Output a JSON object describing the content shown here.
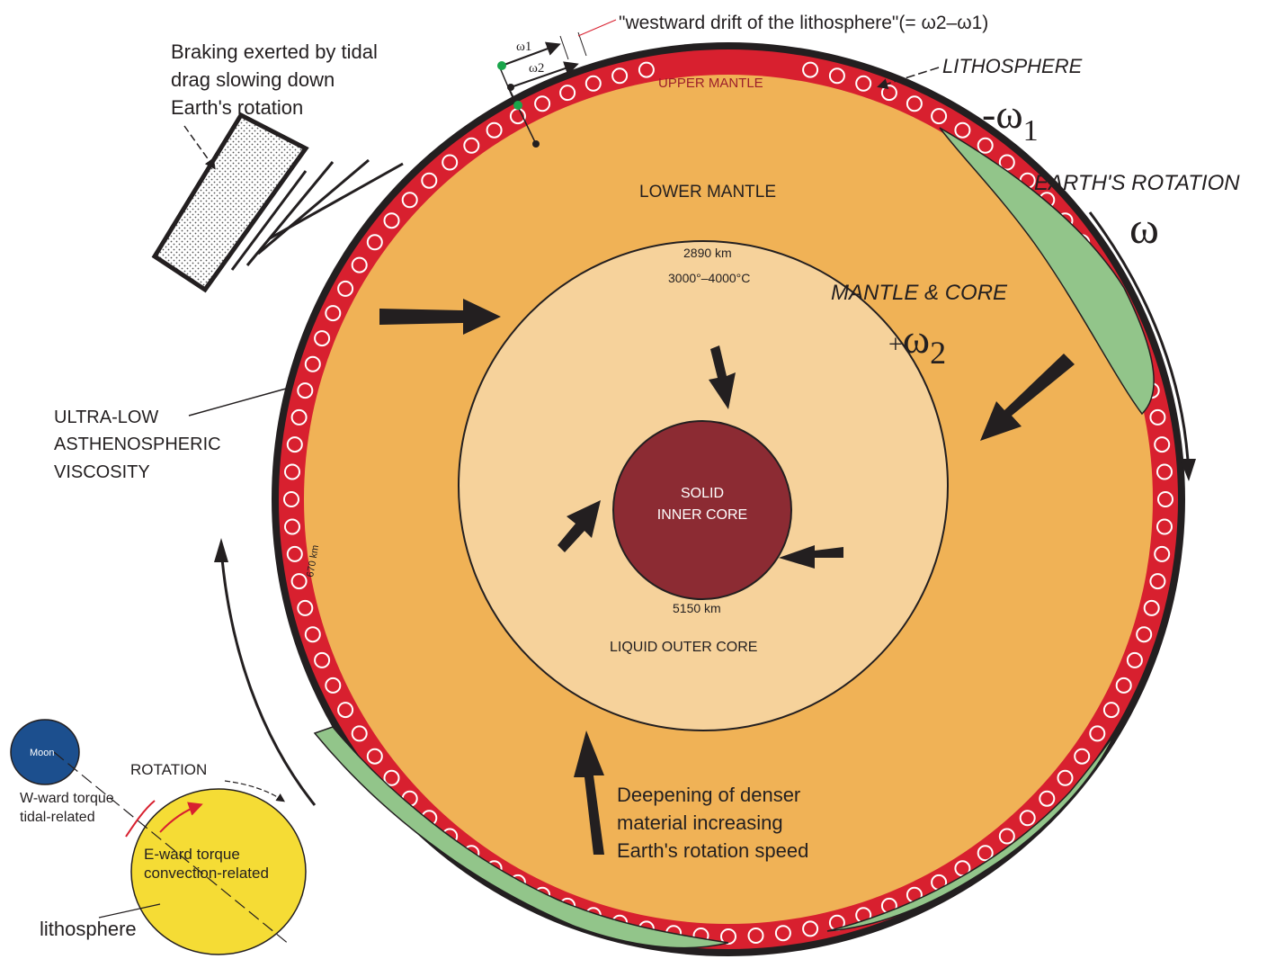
{
  "labels": {
    "westward_drift": "\"westward drift of the lithosphere\"(= ω2–ω1)",
    "w1_small": "ω1",
    "w2_small": "ω2",
    "braking_1": "Braking exerted by tidal",
    "braking_2": "drag slowing down",
    "braking_3": "Earth's rotation",
    "lithosphere_title": "LITHOSPHERE",
    "minus_w1_sign": "-ω",
    "minus_w1_sub": "1",
    "earth_rotation": "EARTH'S ROTATION",
    "omega": "ω",
    "upper_mantle": "UPPER MANTLE",
    "lower_mantle": "LOWER MANTLE",
    "depth_2890": "2890 km",
    "temp_range": "3000°–4000°C",
    "mantle_core": "MANTLE & CORE",
    "plus_w2_sign": "+",
    "plus_w2_omega": "ω",
    "plus_w2_sub": "2",
    "ultra_low_1": "ULTRA-LOW",
    "ultra_low_2": "ASTHENOSPHERIC",
    "ultra_low_3": "VISCOSITY",
    "depth_670": "670 km",
    "solid_core_1": "SOLID",
    "solid_core_2": "INNER CORE",
    "depth_5150": "5150 km",
    "liquid_outer_core": "LIQUID OUTER CORE",
    "deepening_1": "Deepening of denser",
    "deepening_2": "material increasing",
    "deepening_3": "Earth's rotation speed",
    "moon": "Moon",
    "rotation": "ROTATION",
    "w_torque_1": "W-ward torque",
    "w_torque_2": "tidal-related",
    "e_torque_1": "E-ward torque",
    "e_torque_2": "convection-related",
    "lithosphere_small": "lithosphere"
  },
  "colors": {
    "lithosphere": "#231f20",
    "upper_mantle": "#d8202f",
    "lower_mantle": "#f0b256",
    "outer_core": "#f6d29b",
    "inner_core": "#8c2b33",
    "continent": "#92c58a",
    "moon": "#1c4f8e",
    "earth_small": "#f5dc35"
  }
}
